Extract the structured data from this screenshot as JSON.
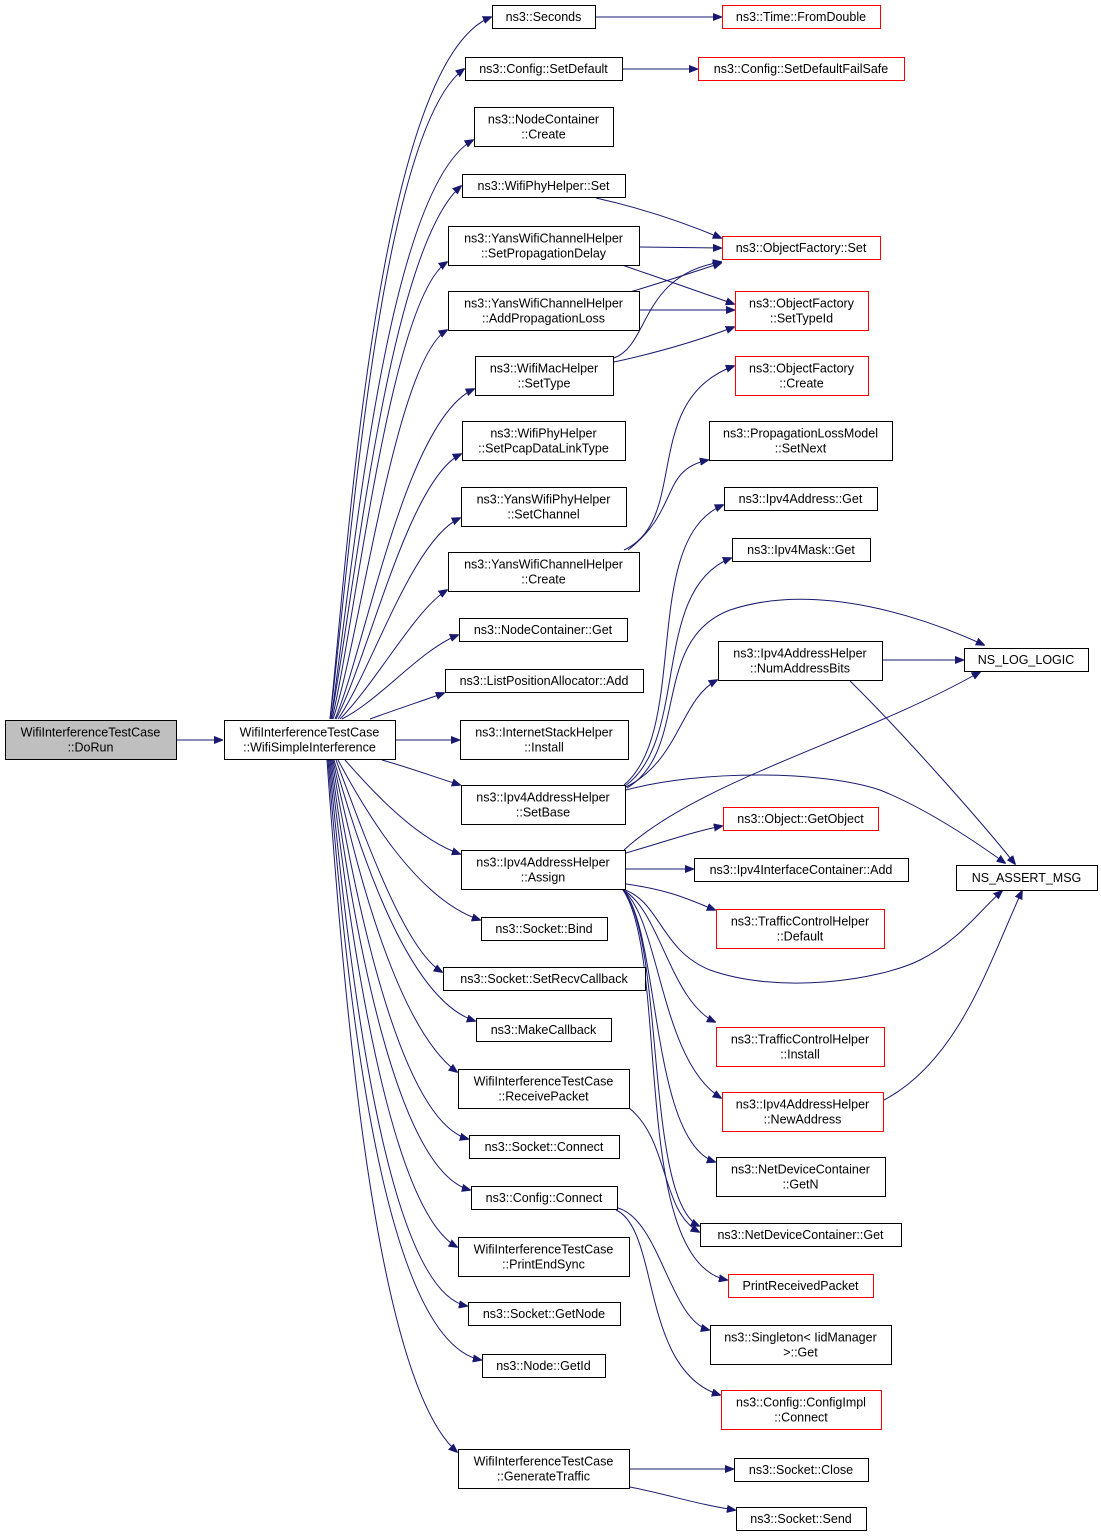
{
  "graph": {
    "edge_color": "#191970",
    "link_border_color": "#ff0000",
    "root_fill_color": "#bfbfbf",
    "nodes": [
      {
        "id": "root",
        "lines": [
          "WifiInterferenceTestCase",
          "::DoRun"
        ],
        "style": "root"
      },
      {
        "id": "wsi",
        "lines": [
          "WifiInterferenceTestCase",
          "::WifiSimpleInterference"
        ],
        "style": "normal"
      },
      {
        "id": "seconds",
        "lines": [
          "ns3::Seconds"
        ],
        "style": "normal"
      },
      {
        "id": "fromdouble",
        "lines": [
          "ns3::Time::FromDouble"
        ],
        "style": "link"
      },
      {
        "id": "setdefault",
        "lines": [
          "ns3::Config::SetDefault"
        ],
        "style": "normal"
      },
      {
        "id": "setdefaultfs",
        "lines": [
          "ns3::Config::SetDefaultFailSafe"
        ],
        "style": "link"
      },
      {
        "id": "nccreate",
        "lines": [
          "ns3::NodeContainer",
          "::Create"
        ],
        "style": "normal"
      },
      {
        "id": "wphset",
        "lines": [
          "ns3::WifiPhyHelper::Set"
        ],
        "style": "normal"
      },
      {
        "id": "ywchspd",
        "lines": [
          "ns3::YansWifiChannelHelper",
          "::SetPropagationDelay"
        ],
        "style": "normal"
      },
      {
        "id": "ofset",
        "lines": [
          "ns3::ObjectFactory::Set"
        ],
        "style": "link"
      },
      {
        "id": "ywchapl",
        "lines": [
          "ns3::YansWifiChannelHelper",
          "::AddPropagationLoss"
        ],
        "style": "normal"
      },
      {
        "id": "ofsettypeid",
        "lines": [
          "ns3::ObjectFactory",
          "::SetTypeId"
        ],
        "style": "link"
      },
      {
        "id": "wmhsettype",
        "lines": [
          "ns3::WifiMacHelper",
          "::SetType"
        ],
        "style": "normal"
      },
      {
        "id": "ofcreate",
        "lines": [
          "ns3::ObjectFactory",
          "::Create"
        ],
        "style": "link"
      },
      {
        "id": "wphpcap",
        "lines": [
          "ns3::WifiPhyHelper",
          "::SetPcapDataLinkType"
        ],
        "style": "normal"
      },
      {
        "id": "plmsetnext",
        "lines": [
          "ns3::PropagationLossModel",
          "::SetNext"
        ],
        "style": "normal"
      },
      {
        "id": "ipv4addrget",
        "lines": [
          "ns3::Ipv4Address::Get"
        ],
        "style": "normal"
      },
      {
        "id": "ywphsetchannel",
        "lines": [
          "ns3::YansWifiPhyHelper",
          "::SetChannel"
        ],
        "style": "normal"
      },
      {
        "id": "ipv4maskget",
        "lines": [
          "ns3::Ipv4Mask::Get"
        ],
        "style": "normal"
      },
      {
        "id": "ywchcreate",
        "lines": [
          "ns3::YansWifiChannelHelper",
          "::Create"
        ],
        "style": "normal"
      },
      {
        "id": "ncget",
        "lines": [
          "ns3::NodeContainer::Get"
        ],
        "style": "normal"
      },
      {
        "id": "ipv4ahnab",
        "lines": [
          "ns3::Ipv4AddressHelper",
          "::NumAddressBits"
        ],
        "style": "normal"
      },
      {
        "id": "nsloglogic",
        "lines": [
          "NS_LOG_LOGIC"
        ],
        "style": "normal"
      },
      {
        "id": "lpaadd",
        "lines": [
          "ns3::ListPositionAllocator::Add"
        ],
        "style": "normal"
      },
      {
        "id": "ishinstall",
        "lines": [
          "ns3::InternetStackHelper",
          "::Install"
        ],
        "style": "normal"
      },
      {
        "id": "ipv4ahsetbase",
        "lines": [
          "ns3::Ipv4AddressHelper",
          "::SetBase"
        ],
        "style": "normal"
      },
      {
        "id": "objgetobject",
        "lines": [
          "ns3::Object::GetObject"
        ],
        "style": "link"
      },
      {
        "id": "ipv4ahassign",
        "lines": [
          "ns3::Ipv4AddressHelper",
          "::Assign"
        ],
        "style": "normal"
      },
      {
        "id": "ipv4icadd",
        "lines": [
          "ns3::Ipv4InterfaceContainer::Add"
        ],
        "style": "normal"
      },
      {
        "id": "nsassertmsg",
        "lines": [
          "NS_ASSERT_MSG"
        ],
        "style": "normal"
      },
      {
        "id": "tchdefault",
        "lines": [
          "ns3::TrafficControlHelper",
          "::Default"
        ],
        "style": "link"
      },
      {
        "id": "socketbind",
        "lines": [
          "ns3::Socket::Bind"
        ],
        "style": "normal"
      },
      {
        "id": "socketsrcb",
        "lines": [
          "ns3::Socket::SetRecvCallback"
        ],
        "style": "normal"
      },
      {
        "id": "makecallback",
        "lines": [
          "ns3::MakeCallback"
        ],
        "style": "normal"
      },
      {
        "id": "tchinstall",
        "lines": [
          "ns3::TrafficControlHelper",
          "::Install"
        ],
        "style": "link"
      },
      {
        "id": "witcrecv",
        "lines": [
          "WifiInterferenceTestCase",
          "::ReceivePacket"
        ],
        "style": "normal"
      },
      {
        "id": "ipv4ahnewaddr",
        "lines": [
          "ns3::Ipv4AddressHelper",
          "::NewAddress"
        ],
        "style": "link"
      },
      {
        "id": "socketconnect",
        "lines": [
          "ns3::Socket::Connect"
        ],
        "style": "normal"
      },
      {
        "id": "ndcgetn",
        "lines": [
          "ns3::NetDeviceContainer",
          "::GetN"
        ],
        "style": "normal"
      },
      {
        "id": "configconnect",
        "lines": [
          "ns3::Config::Connect"
        ],
        "style": "normal"
      },
      {
        "id": "ndcget",
        "lines": [
          "ns3::NetDeviceContainer::Get"
        ],
        "style": "normal"
      },
      {
        "id": "witcpes",
        "lines": [
          "WifiInterferenceTestCase",
          "::PrintEndSync"
        ],
        "style": "normal"
      },
      {
        "id": "printrecv",
        "lines": [
          "PrintReceivedPacket"
        ],
        "style": "link"
      },
      {
        "id": "socketgetnode",
        "lines": [
          "ns3::Socket::GetNode"
        ],
        "style": "normal"
      },
      {
        "id": "singletonget",
        "lines": [
          "ns3::Singleton< IidManager",
          " >::Get"
        ],
        "style": "normal"
      },
      {
        "id": "nodegetid",
        "lines": [
          "ns3::Node::GetId"
        ],
        "style": "normal"
      },
      {
        "id": "configimplconnect",
        "lines": [
          "ns3::Config::ConfigImpl",
          "::Connect"
        ],
        "style": "link"
      },
      {
        "id": "witcgen",
        "lines": [
          "WifiInterferenceTestCase",
          "::GenerateTraffic"
        ],
        "style": "normal"
      },
      {
        "id": "socketclose",
        "lines": [
          "ns3::Socket::Close"
        ],
        "style": "normal"
      },
      {
        "id": "socketsend",
        "lines": [
          "ns3::Socket::Send"
        ],
        "style": "normal"
      }
    ]
  }
}
